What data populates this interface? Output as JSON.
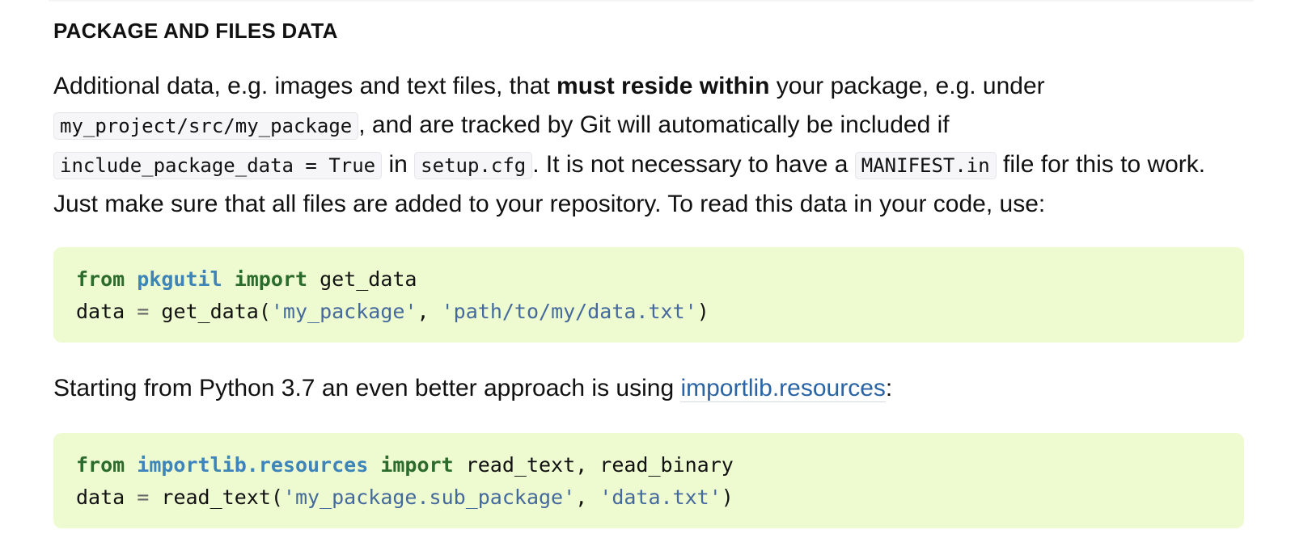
{
  "section": {
    "heading": "PACKAGE AND FILES DATA"
  },
  "paragraph_1": {
    "t1": "Additional data, e.g. images and text files, that ",
    "bold": "must reside within",
    "t2": " your package, e.g. under ",
    "code_path": "my_project/src/my_package",
    "t3": ", and are tracked by Git will automatically be included if ",
    "code_option": "include_package_data = True",
    "t4": " in ",
    "code_setup": "setup.cfg",
    "t5": ". It is not necessary to have a ",
    "code_manifest": "MANIFEST.in",
    "t6": " file for this to work. Just make sure that all files are added to your repository. To read this data in your code, use:"
  },
  "code_block_1": {
    "line1": {
      "kw_from": "from",
      "module": "pkgutil",
      "kw_import": "import",
      "name": "get_data"
    },
    "line2": {
      "var": "data",
      "op": "=",
      "call": "get_data(",
      "arg1": "'my_package'",
      "sep": ", ",
      "arg2": "'path/to/my/data.txt'",
      "close": ")"
    }
  },
  "paragraph_2": {
    "t1": "Starting from Python 3.7 an even better approach is using ",
    "link": "importlib.resources",
    "t2": ":"
  },
  "code_block_2": {
    "line1": {
      "kw_from": "from",
      "module": "importlib.resources",
      "kw_import": "import",
      "names": "read_text, read_binary"
    },
    "line2": {
      "var": "data",
      "op": "=",
      "call": "read_text(",
      "arg1": "'my_package.sub_package'",
      "sep": ", ",
      "arg2": "'data.txt'",
      "close": ")"
    }
  },
  "colors": {
    "code_background": "#eefbd1",
    "keyword": "#2b6b2b",
    "module": "#3d85b8",
    "string": "#44699c",
    "link": "#2a64a4",
    "inline_code_background": "#f6f6f8"
  }
}
